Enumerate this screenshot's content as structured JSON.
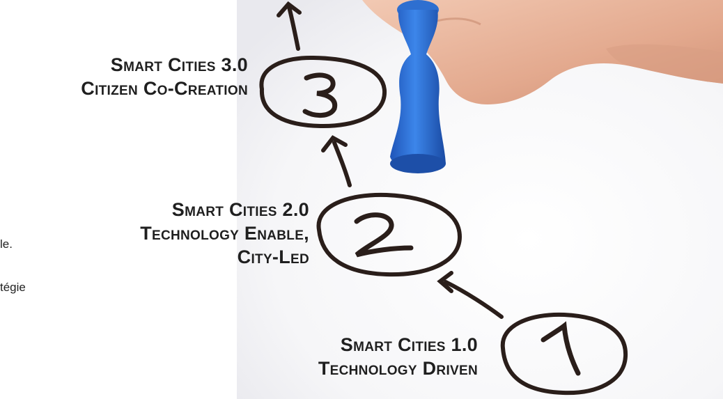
{
  "side_text": {
    "line1": "le.",
    "line2": "tégie"
  },
  "steps": [
    {
      "number": "1",
      "title": "Smart Cities 1.0",
      "subtitle_lines": [
        "Technology Driven"
      ]
    },
    {
      "number": "2",
      "title": "Smart Cities 2.0",
      "subtitle_lines": [
        "Technology Enable,",
        "City-Led"
      ]
    },
    {
      "number": "3",
      "title": "Smart Cities 3.0",
      "subtitle_lines": [
        "Citizen Co-Creation"
      ]
    }
  ],
  "colors": {
    "ink": "#2a1e1a",
    "pawn": "#2f6fd6",
    "skin": "#e9b9a0"
  }
}
